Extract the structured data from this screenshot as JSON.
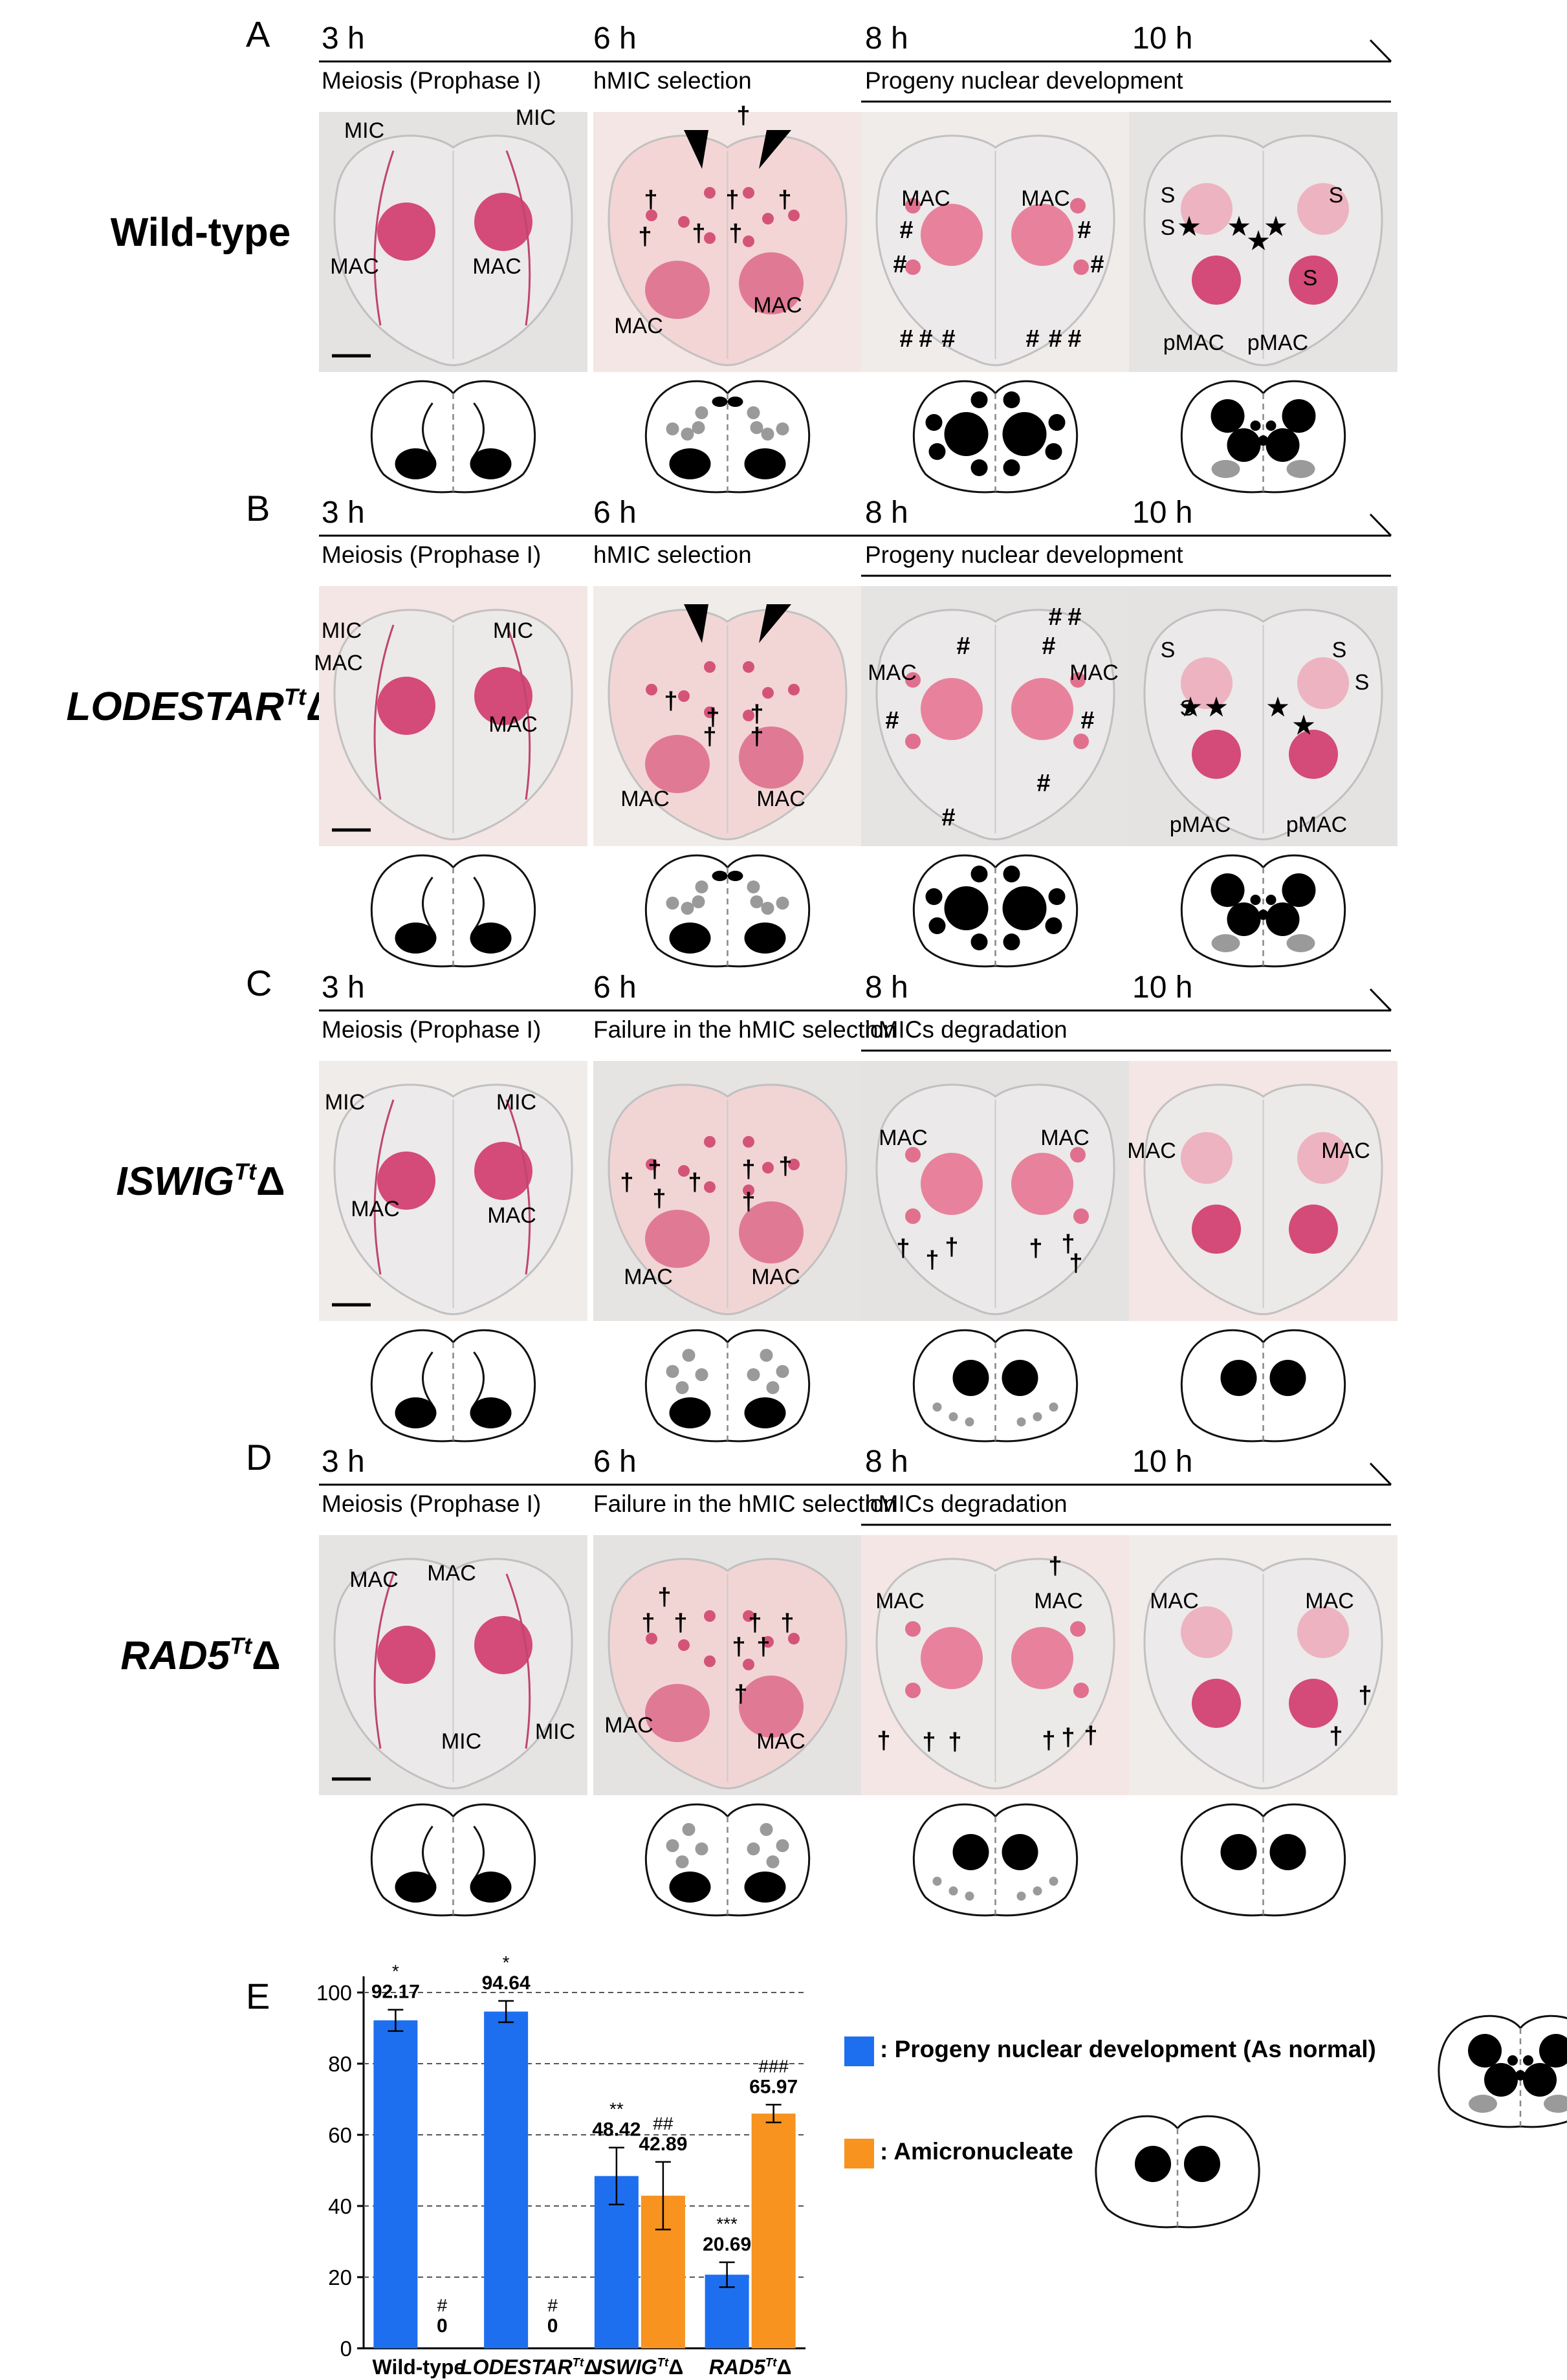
{
  "panels": [
    {
      "letter": "A",
      "genotype": {
        "prefix": "Wild-type",
        "sup": "",
        "suffix": ""
      },
      "times": [
        "3 h",
        "6 h",
        "8 h",
        "10 h"
      ],
      "stages": [
        "Meiosis (Prophase I)",
        "hMIC selection",
        "Progeny nuclear development"
      ],
      "mutant": false,
      "labels": [
        [
          "MIC",
          "MIC",
          "MAC",
          "MAC"
        ],
        [
          "†",
          "†",
          "†",
          "†",
          "†",
          "†",
          "†",
          "MAC",
          "MAC"
        ],
        [
          "MAC",
          "MAC",
          "#",
          "#",
          "#",
          "#",
          "#",
          "#",
          "#",
          "#",
          "#",
          "#"
        ],
        [
          "S",
          "S",
          "S",
          "S",
          "★",
          "★",
          "★",
          "★",
          "pMAC",
          "pMAC"
        ]
      ]
    },
    {
      "letter": "B",
      "genotype": {
        "prefix": "LODESTAR",
        "sup": "Tt",
        "suffix": "Δ"
      },
      "times": [
        "3 h",
        "6 h",
        "8 h",
        "10 h"
      ],
      "stages": [
        "Meiosis (Prophase I)",
        "hMIC selection",
        "Progeny nuclear development"
      ],
      "mutant": false,
      "labels": [
        [
          "MIC",
          "MIC",
          "MAC",
          "MAC"
        ],
        [
          "†",
          "†",
          "†",
          "†",
          "†",
          "MAC",
          "MAC"
        ],
        [
          "MAC",
          "MAC",
          "#",
          "#",
          "#",
          "#",
          "#",
          "#",
          "#",
          "#"
        ],
        [
          "S",
          "S",
          "S",
          "S",
          "★",
          "★",
          "★",
          "★",
          "pMAC",
          "pMAC"
        ]
      ]
    },
    {
      "letter": "C",
      "genotype": {
        "prefix": "ISWIG",
        "sup": "Tt",
        "suffix": "Δ"
      },
      "times": [
        "3 h",
        "6 h",
        "8 h",
        "10 h"
      ],
      "stages": [
        "Meiosis (Prophase I)",
        "Failure in the hMIC selection",
        "hMICs degradation"
      ],
      "mutant": true,
      "labels": [
        [
          "MIC",
          "MIC",
          "MAC",
          "MAC"
        ],
        [
          "†",
          "†",
          "†",
          "†",
          "†",
          "†",
          "†",
          "MAC",
          "MAC"
        ],
        [
          "MAC",
          "MAC",
          "†",
          "†",
          "†",
          "†",
          "†",
          "†"
        ],
        [
          "MAC",
          "MAC"
        ]
      ]
    },
    {
      "letter": "D",
      "genotype": {
        "prefix": "RAD5",
        "sup": "Tt",
        "suffix": "Δ"
      },
      "times": [
        "3 h",
        "6 h",
        "8 h",
        "10 h"
      ],
      "stages": [
        "Meiosis (Prophase I)",
        "Failure in the hMIC selection",
        "hMICs degradation"
      ],
      "mutant": true,
      "labels": [
        [
          "MAC",
          "MAC",
          "MIC",
          "MIC"
        ],
        [
          "†",
          "†",
          "†",
          "†",
          "†",
          "†",
          "†",
          "†",
          "MAC",
          "MAC"
        ],
        [
          "MAC",
          "MAC",
          "†",
          "†",
          "†",
          "†",
          "†",
          "†",
          "†"
        ],
        [
          "MAC",
          "MAC",
          "†",
          "†"
        ]
      ]
    }
  ],
  "panel_e": {
    "letter": "E",
    "legend": [
      {
        "label": ": Progeny nuclear development (As normal)",
        "color": "#1E6FF0"
      },
      {
        "label": ": Amicronucleate",
        "color": "#F7931E"
      }
    ]
  },
  "chart_data": {
    "type": "bar",
    "categories": [
      {
        "prefix": "Wild-type",
        "sup": "",
        "suffix": ""
      },
      {
        "prefix": "LODESTAR",
        "sup": "Tt",
        "suffix": "Δ"
      },
      {
        "prefix": "ISWIG",
        "sup": "Tt",
        "suffix": "Δ"
      },
      {
        "prefix": "RAD5",
        "sup": "Tt",
        "suffix": "Δ"
      }
    ],
    "series": [
      {
        "color": "#1E6FF0",
        "values": [
          92.17,
          94.64,
          48.42,
          20.69
        ],
        "errors": [
          3,
          3,
          8,
          3.5
        ],
        "value_labels": [
          "92.17",
          "94.64",
          "48.42",
          "20.69"
        ],
        "marks": [
          "*",
          "*",
          "**",
          "***"
        ]
      },
      {
        "color": "#F7931E",
        "values": [
          0,
          0,
          42.89,
          65.97
        ],
        "errors": [
          0,
          0,
          9.5,
          2.5
        ],
        "value_labels": [
          "0",
          "0",
          "42.89",
          "65.97"
        ],
        "marks": [
          "#",
          "#",
          "##",
          "###"
        ]
      }
    ],
    "ylim": [
      0,
      100
    ],
    "yticks": [
      "0",
      "20",
      "40",
      "60",
      "80",
      "100"
    ],
    "grid": "dashed horizontal"
  }
}
